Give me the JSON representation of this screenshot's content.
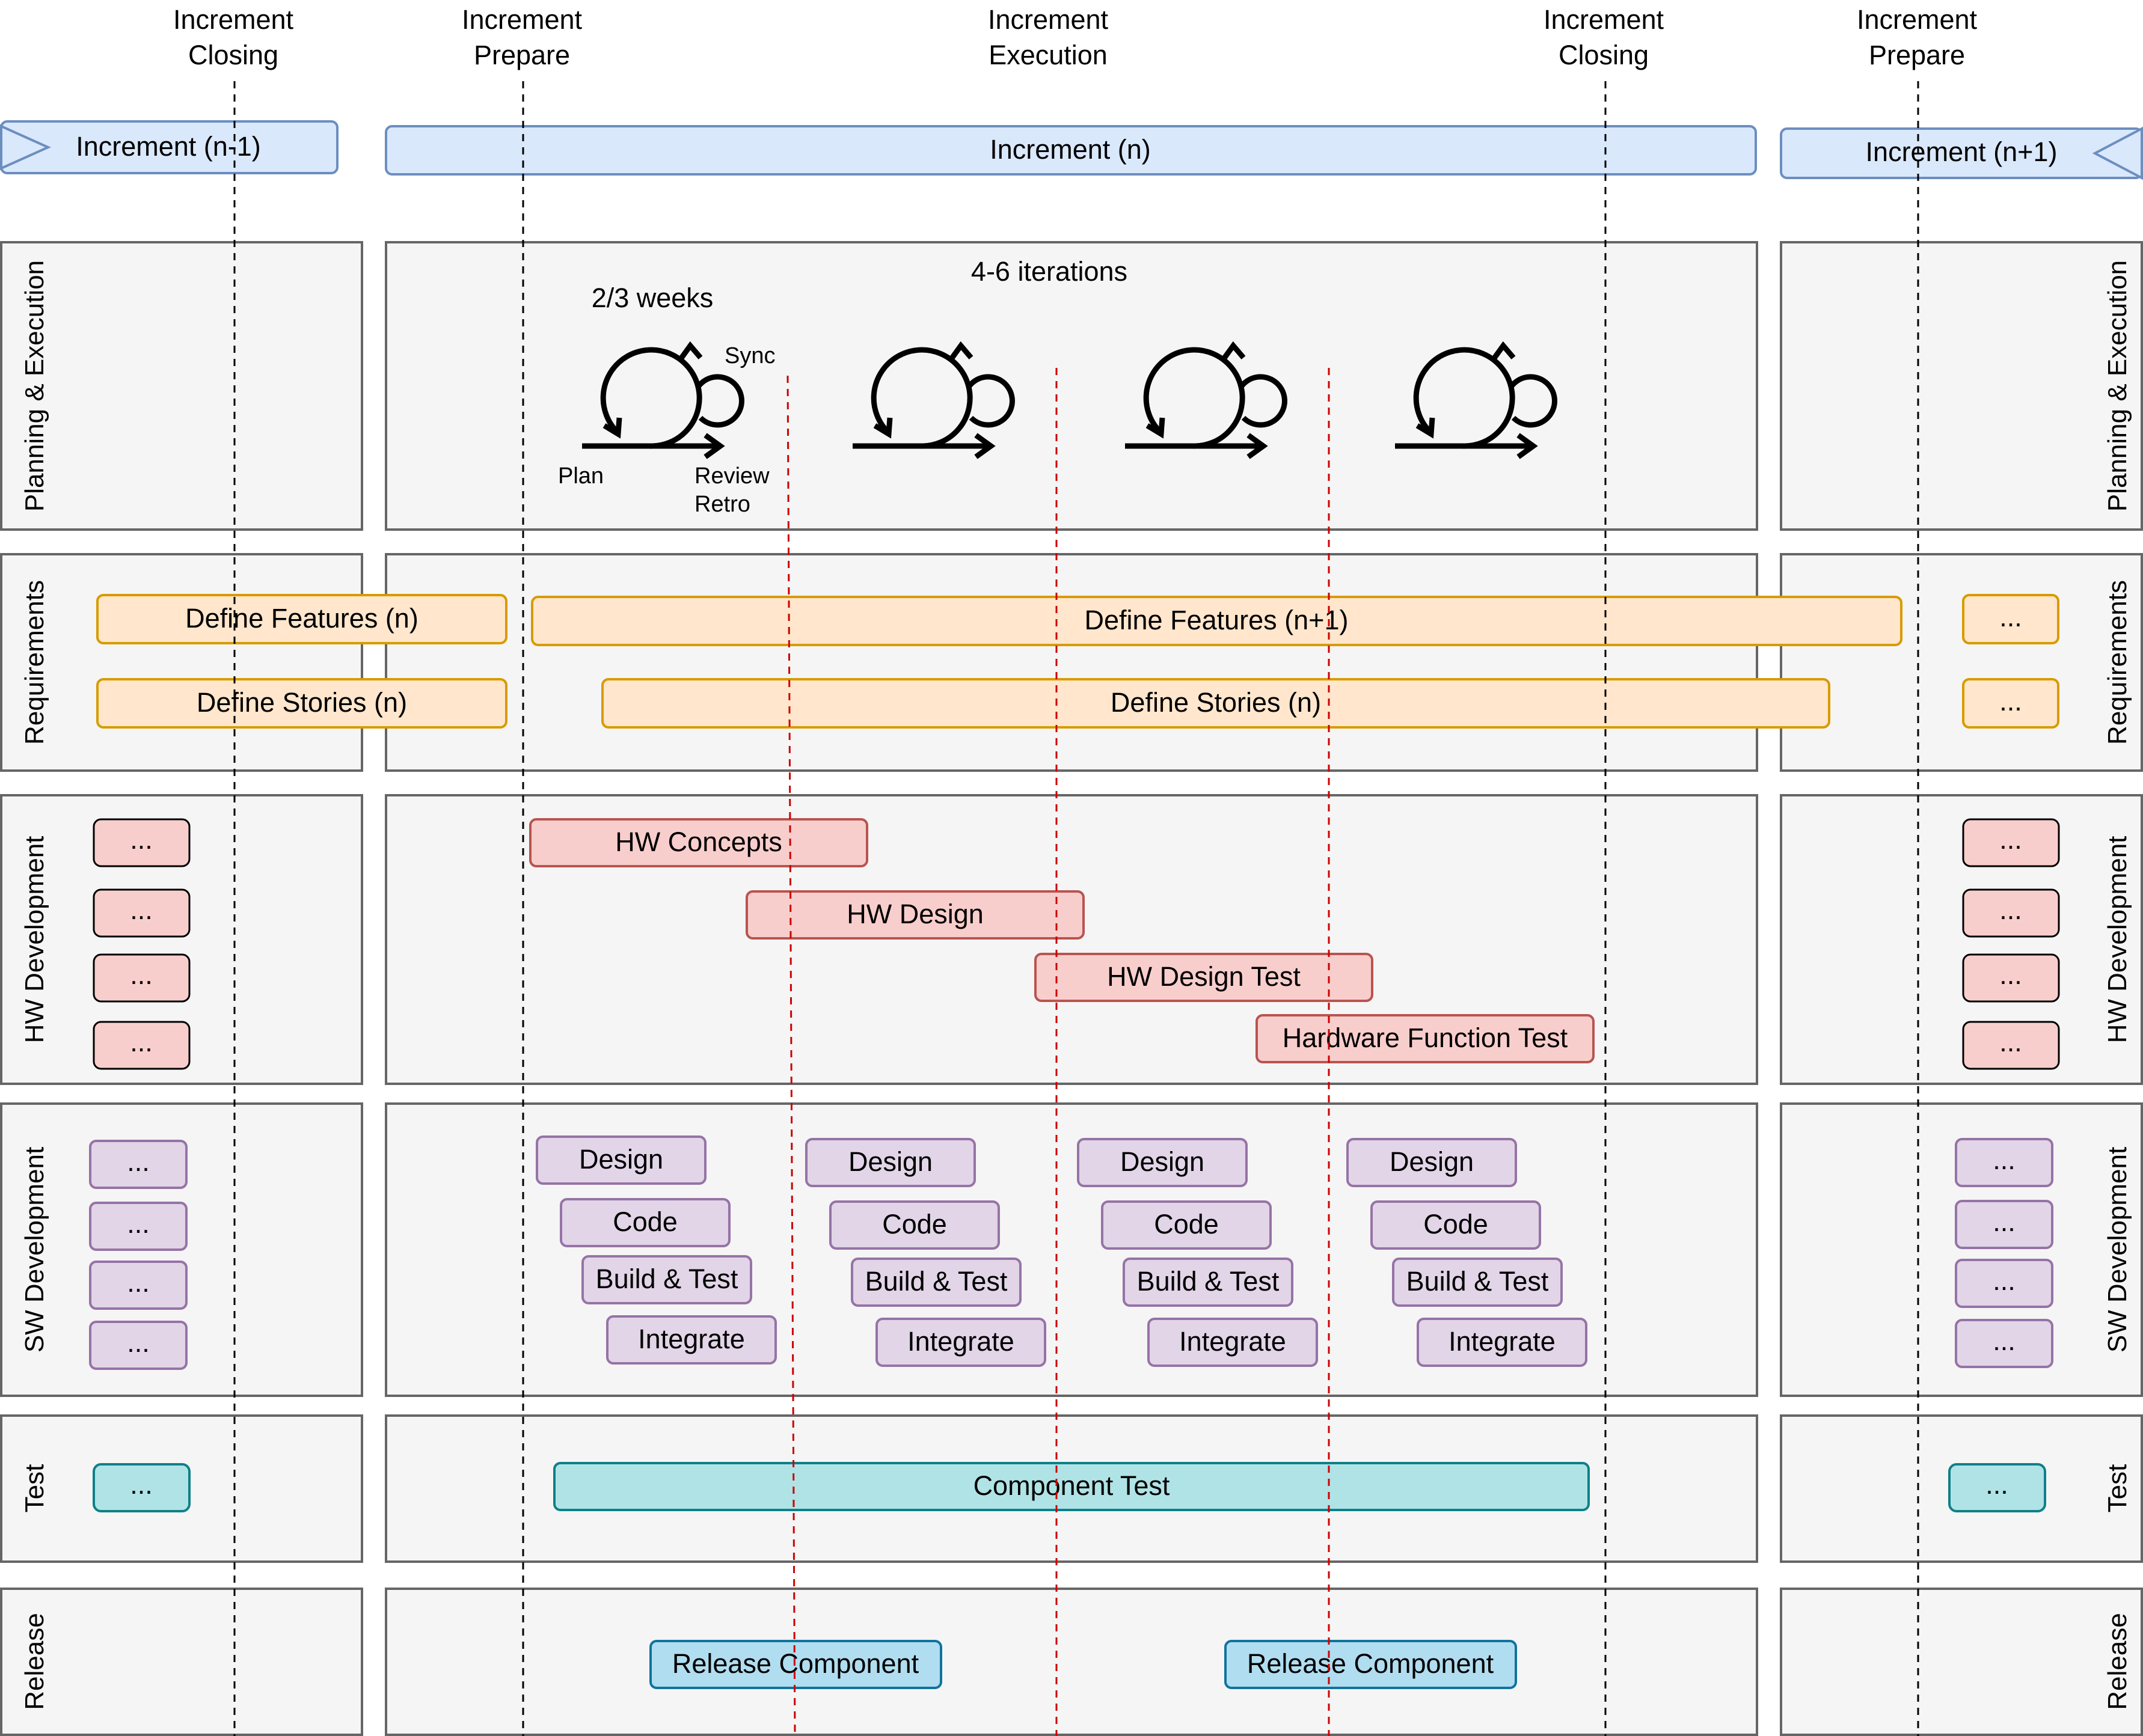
{
  "phase_headers": [
    [
      "Increment",
      "Closing"
    ],
    [
      "Increment",
      "Prepare"
    ],
    [
      "Increment",
      "Execution"
    ],
    [
      "Increment",
      "Closing"
    ],
    [
      "Increment",
      "Prepare"
    ]
  ],
  "increments": {
    "prev": "Increment (n-1)",
    "current": "Increment (n)",
    "next": "Increment (n+1)"
  },
  "lanes": [
    "Planning & Execution",
    "Requirements",
    "HW Development",
    "SW Development",
    "Test",
    "Release"
  ],
  "planning": {
    "iterations_label": "4-6 iterations",
    "duration_label": "2/3 weeks",
    "sync_label": "Sync",
    "plan_label": "Plan",
    "review_label": "Review",
    "retro_label": "Retro"
  },
  "requirements": {
    "prev_features": "Define Features (n)",
    "prev_stories": "Define Stories (n)",
    "current_features": "Define Features (n+1)",
    "current_stories": "Define Stories (n)",
    "next_features": "...",
    "next_stories": "..."
  },
  "hw": {
    "placeholder": "...",
    "tasks": [
      "HW Concepts",
      "HW Design",
      "HW Design Test",
      "Hardware Function Test"
    ]
  },
  "sw": {
    "placeholder": "...",
    "tasks": [
      "Design",
      "Code",
      "Build & Test",
      "Integrate"
    ]
  },
  "test": {
    "placeholder": "...",
    "component_test": "Component Test"
  },
  "release": {
    "release_component": "Release Component"
  },
  "colors": {
    "increment_fill": "#dae8fc",
    "increment_stroke": "#6c8ebf",
    "req_fill": "#ffe6cc",
    "req_stroke": "#d79b00",
    "hw_fill": "#f8cecc",
    "hw_stroke": "#b85450",
    "sw_fill": "#e1d5e7",
    "sw_stroke": "#9673a6",
    "test_fill": "#b0e3e6",
    "test_stroke": "#0e8088",
    "release_fill": "#b1ddf0",
    "release_stroke": "#10739e"
  }
}
